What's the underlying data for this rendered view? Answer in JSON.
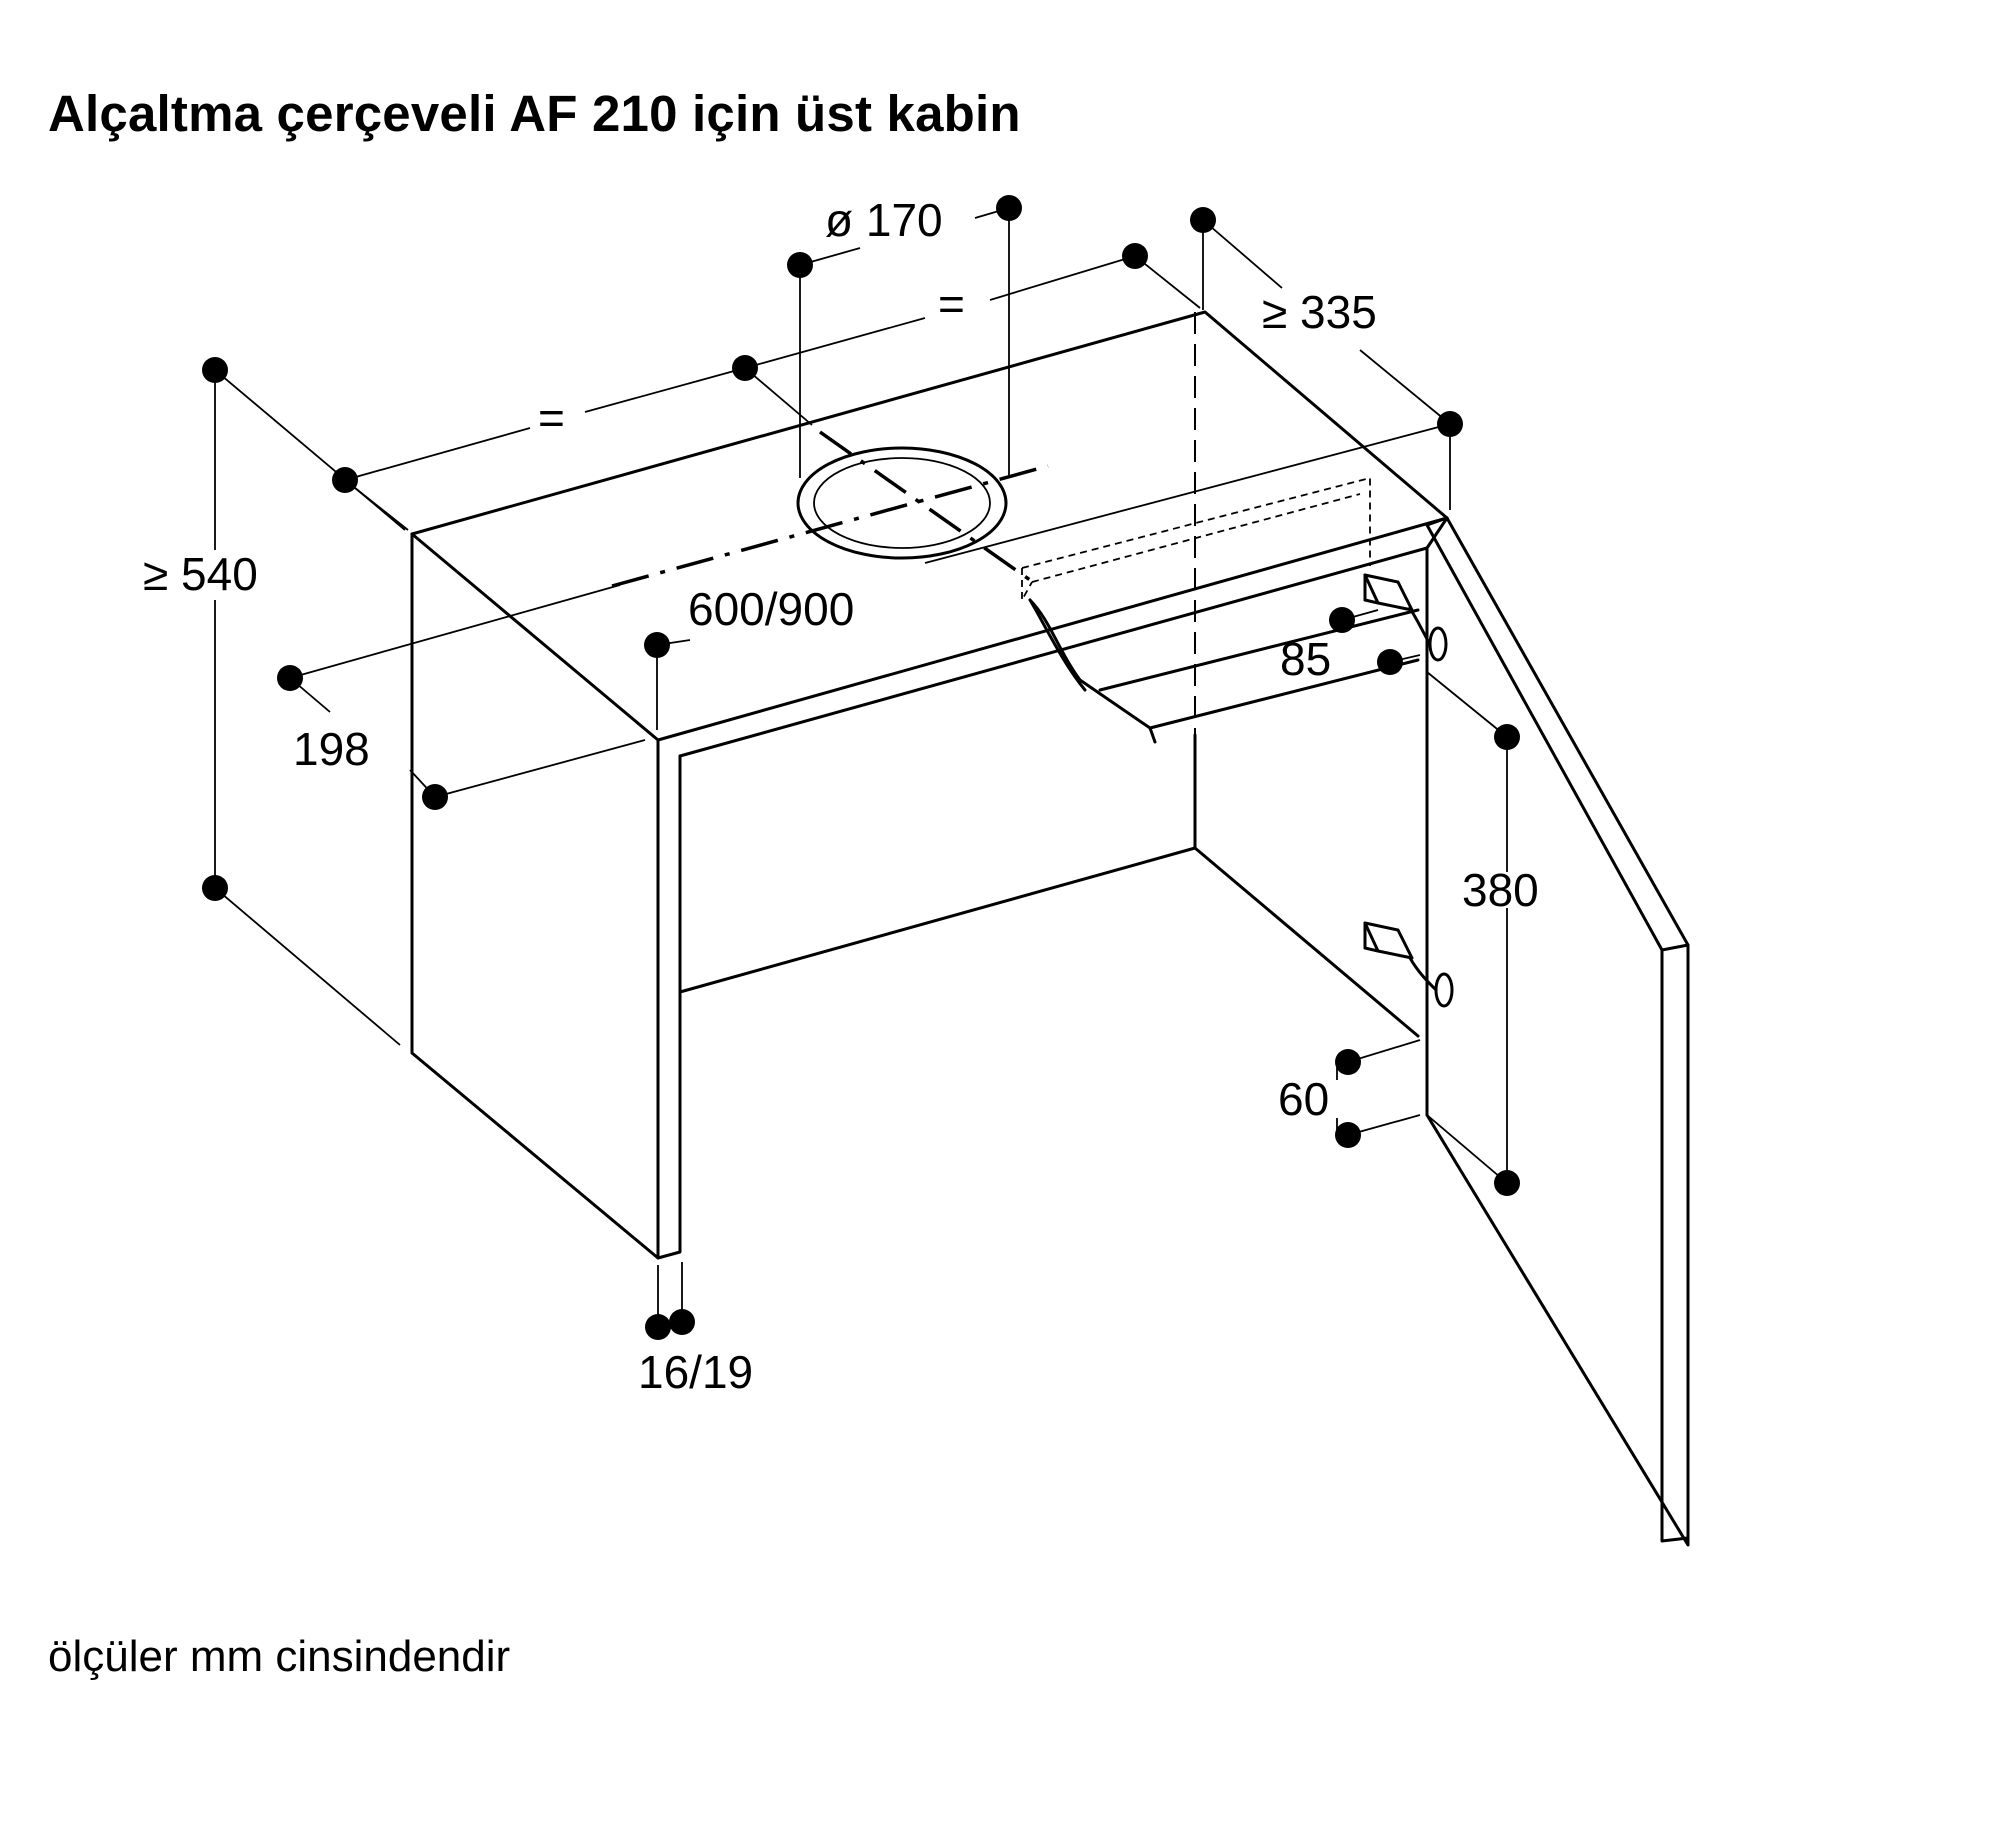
{
  "title": "Alçaltma çerçeveli AF 210 için üst kabin",
  "footnote": "ölçüler mm cinsindendir",
  "dimensions": {
    "duct_diameter": "ø 170",
    "equal_left": "=",
    "equal_right": "=",
    "depth_min": "≥ 335",
    "height_min": "≥ 540",
    "width": "600/900",
    "offset_198": "198",
    "offset_85": "85",
    "door_380": "380",
    "door_60": "60",
    "panel_thickness": "16/19"
  }
}
